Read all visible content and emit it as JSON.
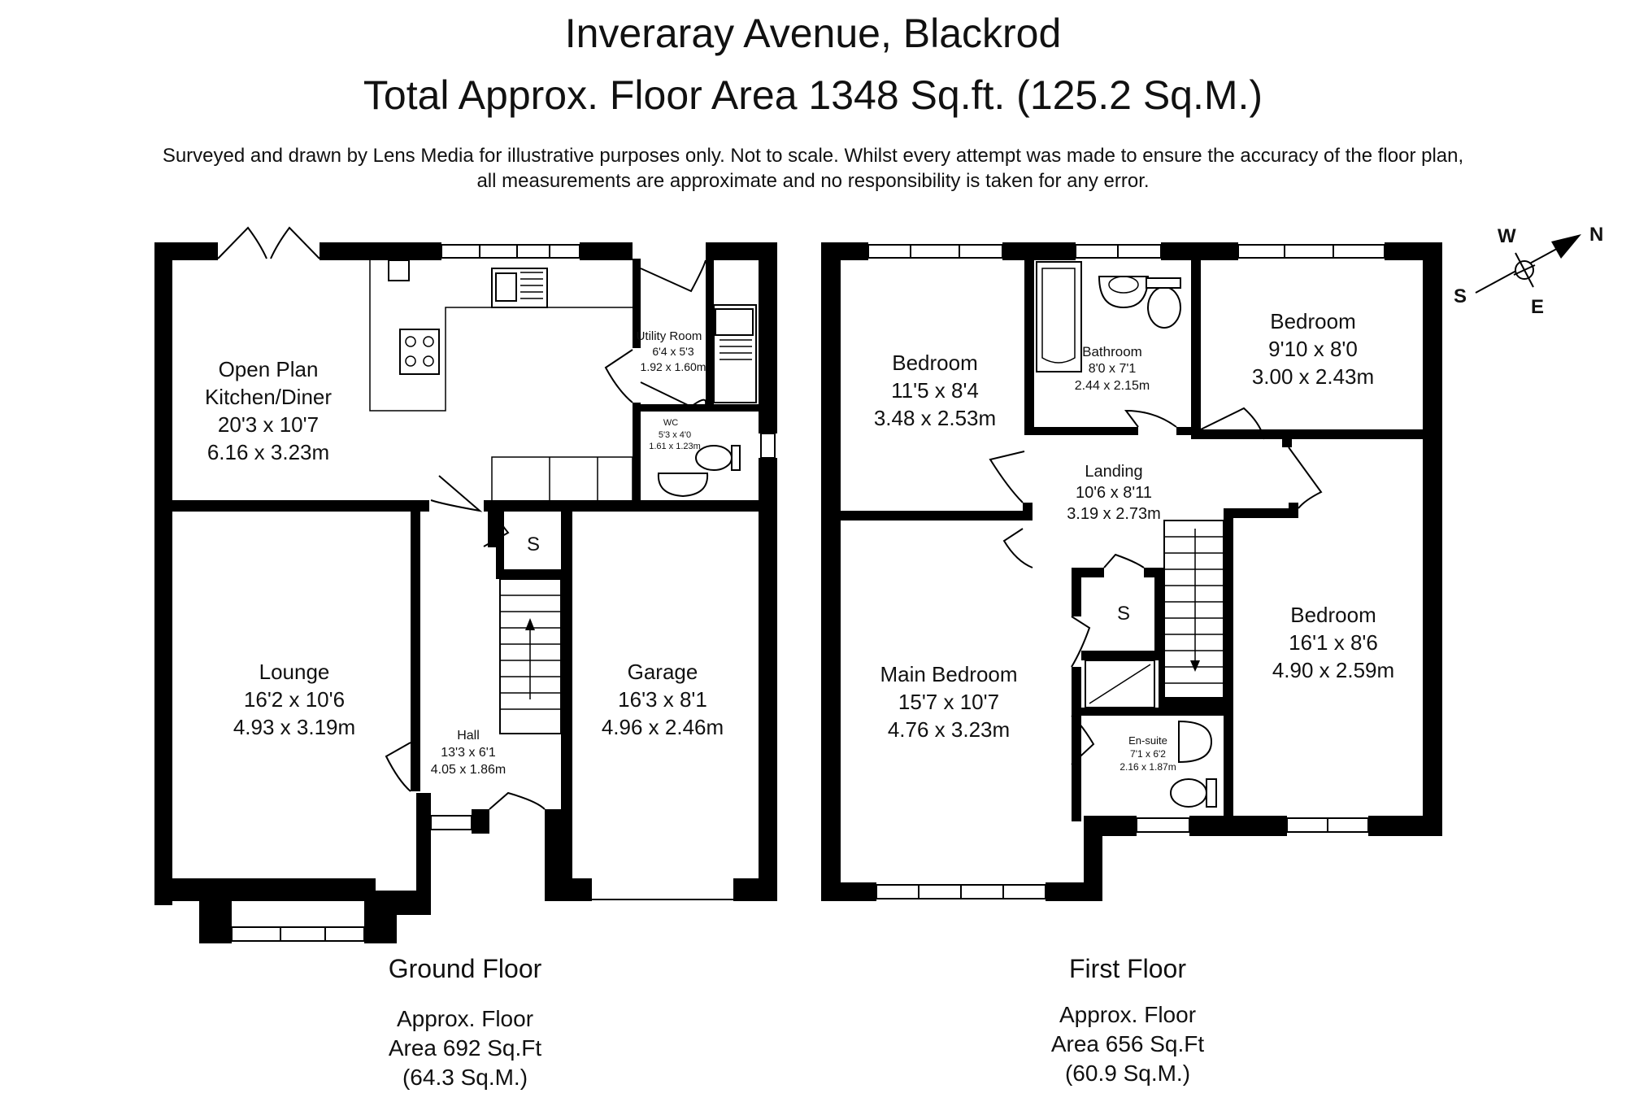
{
  "header": {
    "title": "Inveraray Avenue, Blackrod",
    "total_area": "Total Approx. Floor Area 1348 Sq.ft. (125.2 Sq.M.)",
    "disclaimer_line1": "Surveyed and drawn by Lens Media for illustrative purposes only. Not to scale. Whilst every attempt was made to ensure the accuracy of the floor plan,",
    "disclaimer_line2": "all measurements are approximate and no responsibility is taken for any error."
  },
  "compass": {
    "n": "N",
    "s": "S",
    "e": "E",
    "w": "W"
  },
  "ground_floor": {
    "title": "Ground Floor",
    "area_line1": "Approx. Floor",
    "area_line2": "Area 692 Sq.Ft",
    "area_line3": "(64.3 Sq.M.)",
    "rooms": {
      "kitchen": {
        "name1": "Open Plan",
        "name2": "Kitchen/Diner",
        "imperial": "20'3 x 10'7",
        "metric": "6.16 x 3.23m"
      },
      "utility": {
        "name": "Utility Room",
        "imperial": "6'4 x 5'3",
        "metric": "1.92 x 1.60m"
      },
      "wc": {
        "name": "WC",
        "imperial": "5'3 x 4'0",
        "metric": "1.61 x 1.23m"
      },
      "lounge": {
        "name": "Lounge",
        "imperial": "16'2 x 10'6",
        "metric": "4.93 x 3.19m"
      },
      "hall": {
        "name": "Hall",
        "imperial": "13'3 x 6'1",
        "metric": "4.05 x 1.86m"
      },
      "garage": {
        "name": "Garage",
        "imperial": "16'3 x 8'1",
        "metric": "4.96 x 2.46m"
      },
      "store": {
        "name": "S"
      }
    }
  },
  "first_floor": {
    "title": "First Floor",
    "area_line1": "Approx. Floor",
    "area_line2": "Area 656 Sq.Ft",
    "area_line3": "(60.9 Sq.M.)",
    "rooms": {
      "bedroom_front": {
        "name": "Bedroom",
        "imperial": "11'5 x 8'4",
        "metric": "3.48 x 2.53m"
      },
      "bathroom": {
        "name": "Bathroom",
        "imperial": "8'0 x 7'1",
        "metric": "2.44 x 2.15m"
      },
      "bedroom_small": {
        "name": "Bedroom",
        "imperial": "9'10 x 8'0",
        "metric": "3.00 x 2.43m"
      },
      "landing": {
        "name": "Landing",
        "imperial": "10'6 x 8'11",
        "metric": "3.19 x 2.73m"
      },
      "main_bedroom": {
        "name": "Main Bedroom",
        "imperial": "15'7 x 10'7",
        "metric": "4.76 x 3.23m"
      },
      "store": {
        "name": "S"
      },
      "ensuite": {
        "name": "En-suite",
        "imperial": "7'1 x 6'2",
        "metric": "2.16 x 1.87m"
      },
      "bedroom_rear": {
        "name": "Bedroom",
        "imperial": "16'1 x 8'6",
        "metric": "4.90 x 2.59m"
      }
    }
  }
}
